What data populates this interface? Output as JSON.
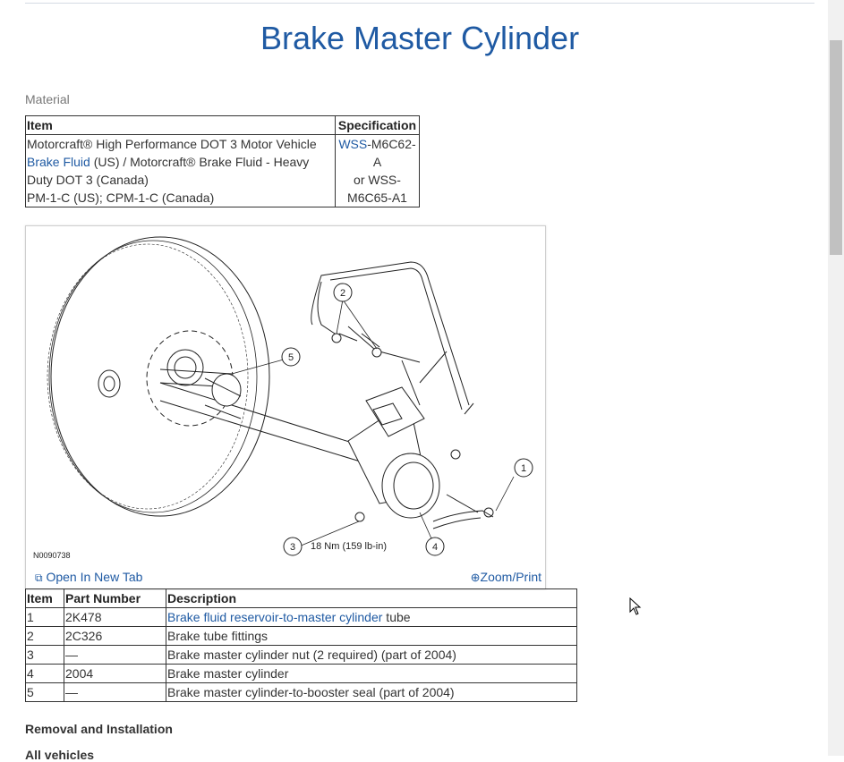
{
  "page": {
    "title": "Brake Master Cylinder"
  },
  "material": {
    "heading": "Material",
    "headers": {
      "item": "Item",
      "spec": "Specification"
    },
    "row": {
      "item_line1": "Motorcraft® High Performance DOT 3 Motor Vehicle",
      "item_link": "Brake Fluid",
      "item_line2_rest": " (US) / Motorcraft® Brake Fluid - Heavy",
      "item_line3": "Duty DOT 3 (Canada)",
      "item_line4": "PM-1-C (US); CPM-1-C (Canada)",
      "spec_link": "WSS",
      "spec_line1_rest": "-M6C62-A",
      "spec_line2": "or WSS-",
      "spec_line3": "M6C65-A1"
    }
  },
  "figure": {
    "id": "N0090738",
    "torque": "18 Nm (159 lb-in)",
    "callouts": [
      "1",
      "2",
      "3",
      "4",
      "5"
    ],
    "open_tab": "Open In New Tab",
    "zoom": "Zoom/Print"
  },
  "parts": {
    "headers": {
      "item": "Item",
      "part": "Part Number",
      "desc": "Description"
    },
    "rows": [
      {
        "item": "1",
        "part": "2K478",
        "desc_link1": "Brake fluid reservoir",
        "desc_mid": "-to-",
        "desc_link2": "master cylinder",
        "desc_rest": " tube"
      },
      {
        "item": "2",
        "part": "2C326",
        "desc": "Brake tube fittings"
      },
      {
        "item": "3",
        "part": "—",
        "desc": "Brake master cylinder nut (2 required) (part of 2004)"
      },
      {
        "item": "4",
        "part": "2004",
        "desc": "Brake master cylinder"
      },
      {
        "item": "5",
        "part": "—",
        "desc": "Brake master cylinder-to-booster seal (part of 2004)"
      }
    ]
  },
  "sections": {
    "removal": "Removal and Installation",
    "all_vehicles": "All vehicles"
  }
}
